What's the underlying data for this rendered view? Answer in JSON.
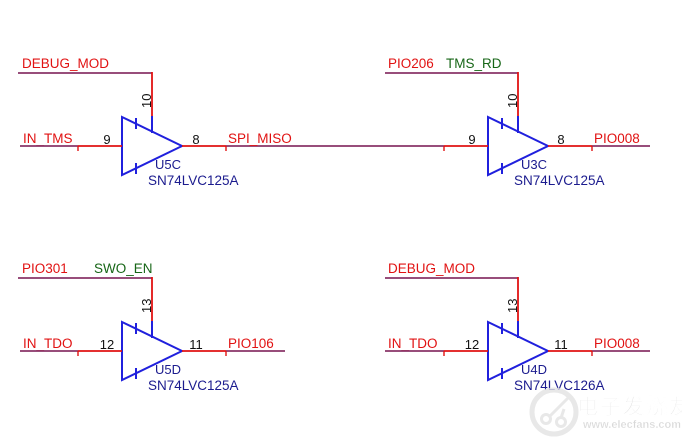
{
  "colors": {
    "background": "#ffffff",
    "wire": "#8a3468",
    "pin_wire": "#e11212",
    "symbol": "#2020dd",
    "refdes": "#1b1b8e",
    "pin_number": "#111111",
    "net_label_red": "#e11212",
    "net_label_green": "#176617",
    "watermark_gray": "#cfcfcf",
    "watermark_light": "#e3e3e3"
  },
  "gates": [
    {
      "ref": "U5C",
      "part": "SN74LVC125A",
      "enable": {
        "pin": "10",
        "labels": [
          {
            "text": "DEBUG_MOD",
            "color": "#e11212"
          }
        ]
      },
      "input": {
        "pin": "9",
        "label": "IN_TMS"
      },
      "output": {
        "pin": "8",
        "label": "SPI_MISO"
      }
    },
    {
      "ref": "U3C",
      "part": "SN74LVC125A",
      "enable": {
        "pin": "10",
        "labels": [
          {
            "text": "PIO206",
            "color": "#e11212"
          },
          {
            "text": "TMS_RD",
            "color": "#176617"
          }
        ]
      },
      "input": {
        "pin": "9",
        "label": ""
      },
      "output": {
        "pin": "8",
        "label": "PIO008"
      }
    },
    {
      "ref": "U5D",
      "part": "SN74LVC125A",
      "enable": {
        "pin": "13",
        "labels": [
          {
            "text": "PIO301",
            "color": "#e11212"
          },
          {
            "text": "SWO_EN",
            "color": "#176617"
          }
        ]
      },
      "input": {
        "pin": "12",
        "label": "IN_TDO"
      },
      "output": {
        "pin": "11",
        "label": "PIO106"
      }
    },
    {
      "ref": "U4D",
      "part": "SN74LVC126A",
      "enable": {
        "pin": "13",
        "labels": [
          {
            "text": "DEBUG_MOD",
            "color": "#e11212"
          }
        ]
      },
      "input": {
        "pin": "12",
        "label": "IN_TDO"
      },
      "output": {
        "pin": "11",
        "label": "PIO008"
      }
    }
  ],
  "watermark": {
    "brand": "电子发烧友",
    "url": "www.elecfans.com"
  }
}
